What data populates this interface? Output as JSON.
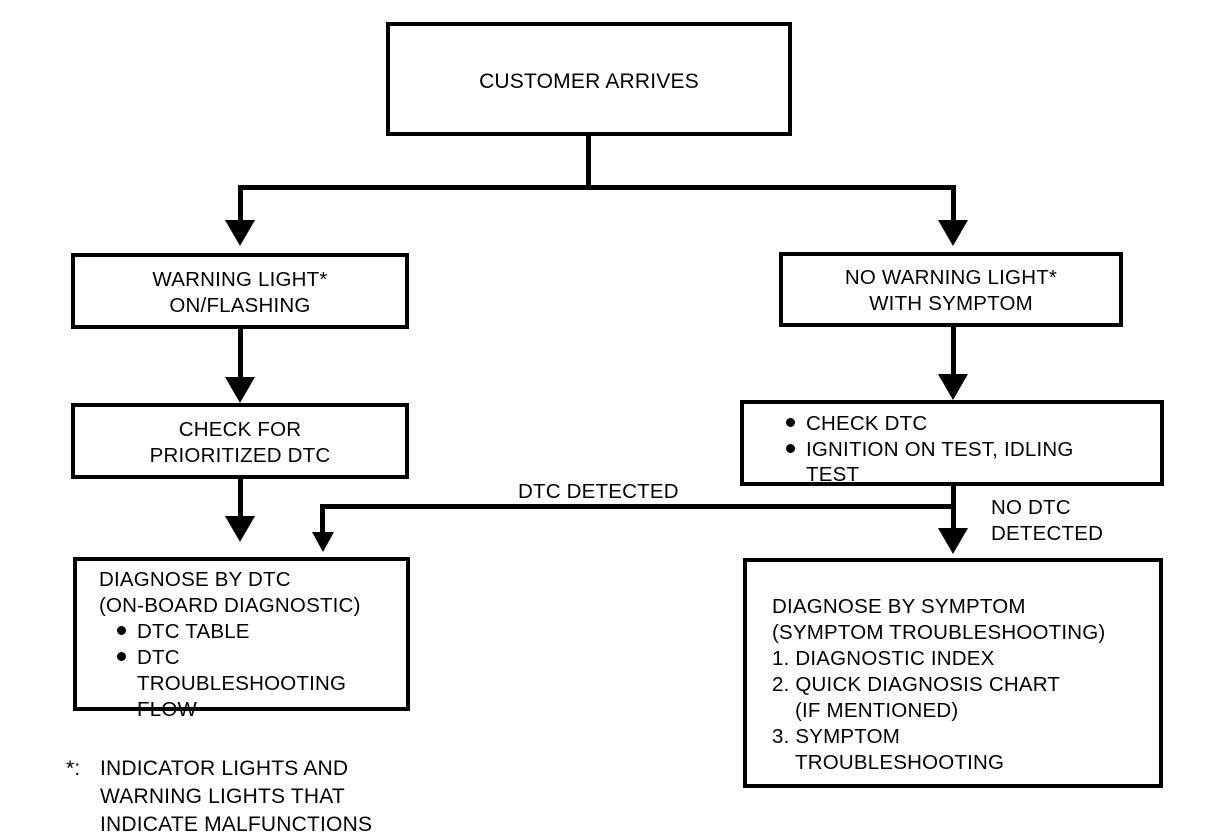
{
  "diagram": {
    "title": "Diagnostic Troubleshooting Flowchart",
    "nodes": {
      "customer_arrives": {
        "label": "CUSTOMER ARRIVES"
      },
      "warning_light": {
        "line1": "WARNING LIGHT*",
        "line2": "ON/FLASHING"
      },
      "no_warning_light": {
        "line1": "NO WARNING LIGHT*",
        "line2": "WITH SYMPTOM"
      },
      "check_prioritized_dtc": {
        "line1": "CHECK FOR",
        "line2": "PRIORITIZED DTC"
      },
      "check_dtc_tests": {
        "bullets": [
          "CHECK DTC",
          "IGNITION ON TEST, IDLING"
        ],
        "continuation": "TEST"
      },
      "diagnose_by_dtc": {
        "line1": "DIAGNOSE BY DTC",
        "line2": "(ON-BOARD DIAGNOSTIC)",
        "bullet1": "DTC TABLE",
        "bullet2": "DTC",
        "bullet2_cont1": "TROUBLESHOOTING",
        "bullet2_cont2": "FLOW"
      },
      "diagnose_by_symptom": {
        "line1": "DIAGNOSE BY SYMPTOM",
        "line2": "(SYMPTOM TROUBLESHOOTING)",
        "item1": "1. DIAGNOSTIC INDEX",
        "item2": "2. QUICK DIAGNOSIS CHART",
        "item2_cont": "(IF MENTIONED)",
        "item3": "3. SYMPTOM",
        "item3_cont": "TROUBLESHOOTING"
      }
    },
    "edge_labels": {
      "dtc_detected": "DTC DETECTED",
      "no_dtc_detected_line1": "NO DTC",
      "no_dtc_detected_line2": "DETECTED"
    },
    "footnote": {
      "marker": "*:",
      "line1": "INDICATOR LIGHTS AND",
      "line2": "WARNING LIGHTS THAT",
      "line3": "INDICATE MALFUNCTIONS"
    },
    "colors": {
      "stroke": "#000000",
      "background": "#ffffff"
    }
  }
}
